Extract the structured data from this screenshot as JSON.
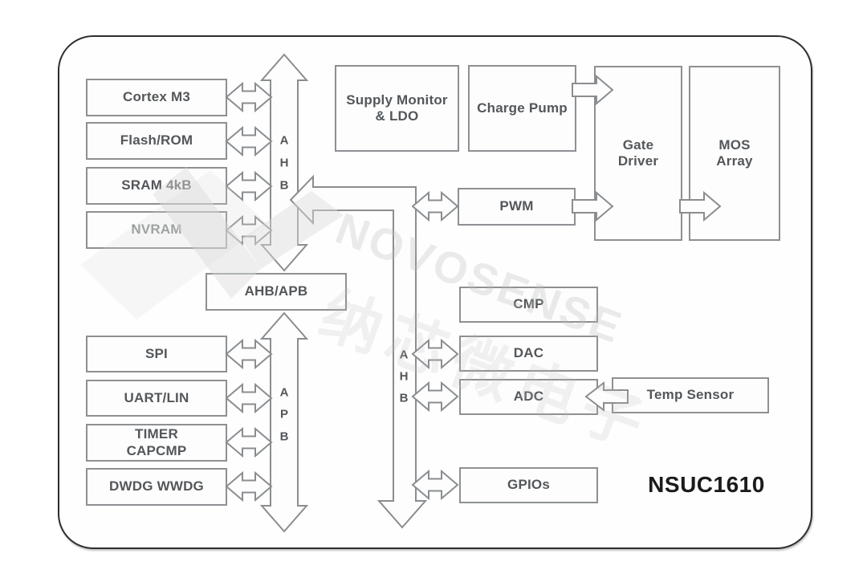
{
  "part_number": "NSUC1610",
  "blocks": {
    "cortex": "Cortex M3",
    "flash": "Flash/ROM",
    "sram": "SRAM 4kB",
    "nvram": "NVRAM",
    "bridge": "AHB/APB",
    "spi": "SPI",
    "uart": "UART/LIN",
    "timer": [
      "TIMER",
      "CAPCMP"
    ],
    "watchdog": "DWDG WWDG",
    "supply": [
      "Supply Monitor",
      "& LDO"
    ],
    "charge_pump": "Charge Pump",
    "gate_driver": [
      "Gate",
      "Driver"
    ],
    "mos_array": [
      "MOS",
      "Array"
    ],
    "pwm": "PWM",
    "cmp": "CMP",
    "dac": "DAC",
    "adc": "ADC",
    "temp_sensor": "Temp Sensor",
    "gpios": "GPIOs"
  },
  "buses": {
    "ahb": [
      "A",
      "H",
      "B"
    ],
    "apb": [
      "A",
      "P",
      "B"
    ],
    "ahb_right": [
      "A",
      "H",
      "B"
    ]
  },
  "watermark": {
    "brand": "NOVOSENSE",
    "brand_cn": "纳芯微电子"
  },
  "colors": {
    "frame_border": "#2e2e2e",
    "box_border": "#8d9093",
    "box_text": "#54575a",
    "nvram_text": "#8f9294",
    "arrow_stroke": "#8a8d90",
    "part_number_text": "#1b1b1b",
    "watermark": "#bdbdbd"
  }
}
